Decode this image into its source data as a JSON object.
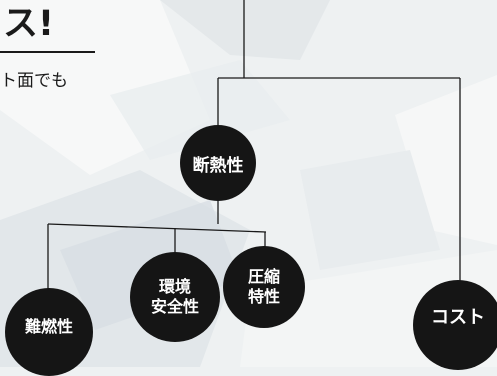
{
  "header": {
    "title_fragment": "ス!",
    "subtitle_fragment": "ト面でも"
  },
  "nodes": {
    "dannetsu": "断熱性",
    "nannen": "難燃性",
    "kankyo_line1": "環境",
    "kankyo_line2": "安全性",
    "asshuku_line1": "圧縮",
    "asshuku_line2": "特性",
    "cost": "コスト"
  },
  "colors": {
    "node_fill": "#151515",
    "node_text": "#ffffff",
    "connector": "#1a1a1a",
    "background": "#eef1f2"
  }
}
